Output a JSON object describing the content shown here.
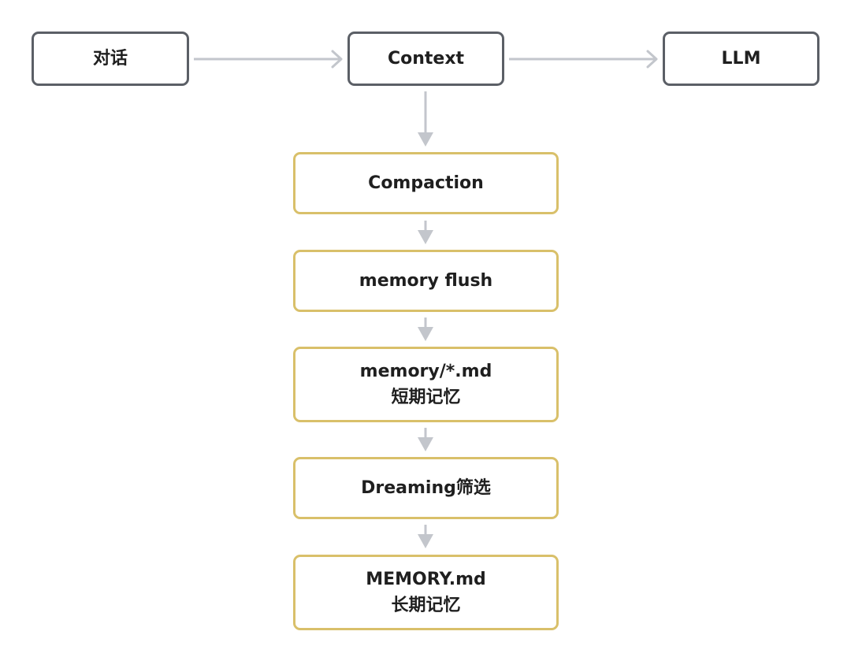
{
  "nodes": {
    "dialog": "对话",
    "context": "Context",
    "llm": "LLM",
    "compaction": "Compaction",
    "memory_flush": "memory flush",
    "short_term_memory": {
      "line1": "memory/*.md",
      "line2": "短期记忆"
    },
    "dreaming": "Dreaming筛选",
    "long_term_memory": {
      "line1": "MEMORY.md",
      "line2": "长期记忆"
    }
  },
  "colors": {
    "primary_border": "#5b5f66",
    "memory_border": "#d9c06a",
    "arrow": "#c3c6cc",
    "text": "#1f1f1f"
  }
}
